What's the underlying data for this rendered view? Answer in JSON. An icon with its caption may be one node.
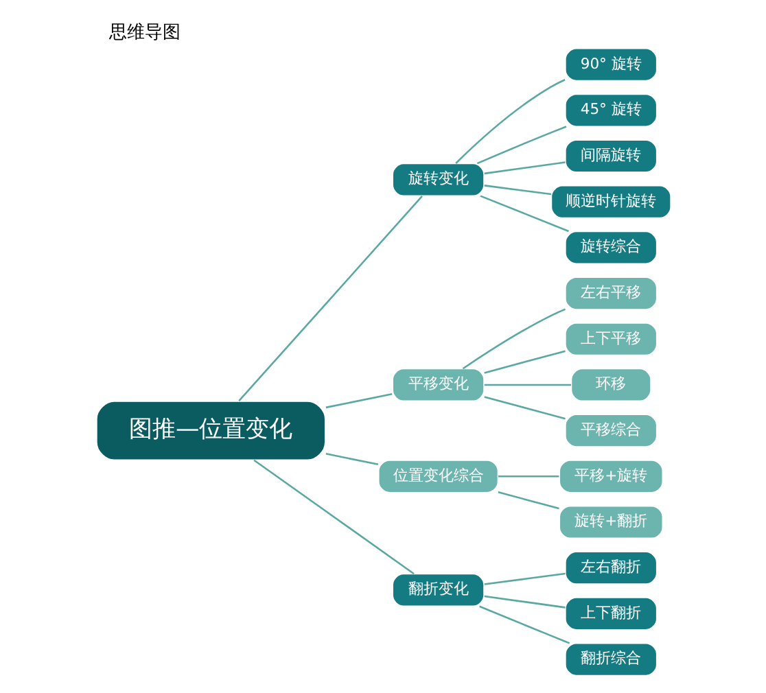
{
  "diagram": {
    "title": "思维导图",
    "nodes": [
      {
        "text": [
          "图推—位置变化"
        ]
      },
      {
        "text": [
          "旋转变化"
        ]
      },
      {
        "text": [
          "90° 旋转"
        ]
      },
      {
        "text": [
          "45° 旋转"
        ]
      },
      {
        "text": [
          "间隔旋转"
        ]
      },
      {
        "text": [
          "顺逆时针旋转"
        ]
      },
      {
        "text": [
          "旋转综合"
        ]
      },
      {
        "text": [
          "平移变化"
        ]
      },
      {
        "text": [
          "左右平移"
        ]
      },
      {
        "text": [
          "上下平移"
        ]
      },
      {
        "text": [
          "环移"
        ]
      },
      {
        "text": [
          "平移综合"
        ]
      },
      {
        "text": [
          "位置变化综合"
        ]
      },
      {
        "text": [
          "平移+旋转"
        ]
      },
      {
        "text": [
          "旋转+翻折"
        ]
      },
      {
        "text": [
          "翻折变化"
        ]
      },
      {
        "text": [
          "左右翻折"
        ]
      },
      {
        "text": [
          "上下翻折"
        ]
      },
      {
        "text": [
          "翻折综合"
        ]
      }
    ],
    "edges": [
      {
        "from": 0,
        "to": 1,
        "arrow": "none"
      },
      {
        "from": 1,
        "to": 2,
        "arrow": "none"
      },
      {
        "from": 1,
        "to": 3,
        "arrow": "none"
      },
      {
        "from": 1,
        "to": 4,
        "arrow": "none"
      },
      {
        "from": 1,
        "to": 5,
        "arrow": "none"
      },
      {
        "from": 1,
        "to": 6,
        "arrow": "none"
      },
      {
        "from": 0,
        "to": 7,
        "arrow": "none"
      },
      {
        "from": 7,
        "to": 8,
        "arrow": "none"
      },
      {
        "from": 7,
        "to": 9,
        "arrow": "none"
      },
      {
        "from": 7,
        "to": 10,
        "arrow": "none"
      },
      {
        "from": 7,
        "to": 11,
        "arrow": "none"
      },
      {
        "from": 0,
        "to": 12,
        "arrow": "none"
      },
      {
        "from": 12,
        "to": 13,
        "arrow": "none"
      },
      {
        "from": 12,
        "to": 14,
        "arrow": "none"
      },
      {
        "from": 0,
        "to": 15,
        "arrow": "none"
      },
      {
        "from": 15,
        "to": 16,
        "arrow": "none"
      },
      {
        "from": 15,
        "to": 17,
        "arrow": "none"
      },
      {
        "from": 15,
        "to": 18,
        "arrow": "none"
      }
    ]
  }
}
